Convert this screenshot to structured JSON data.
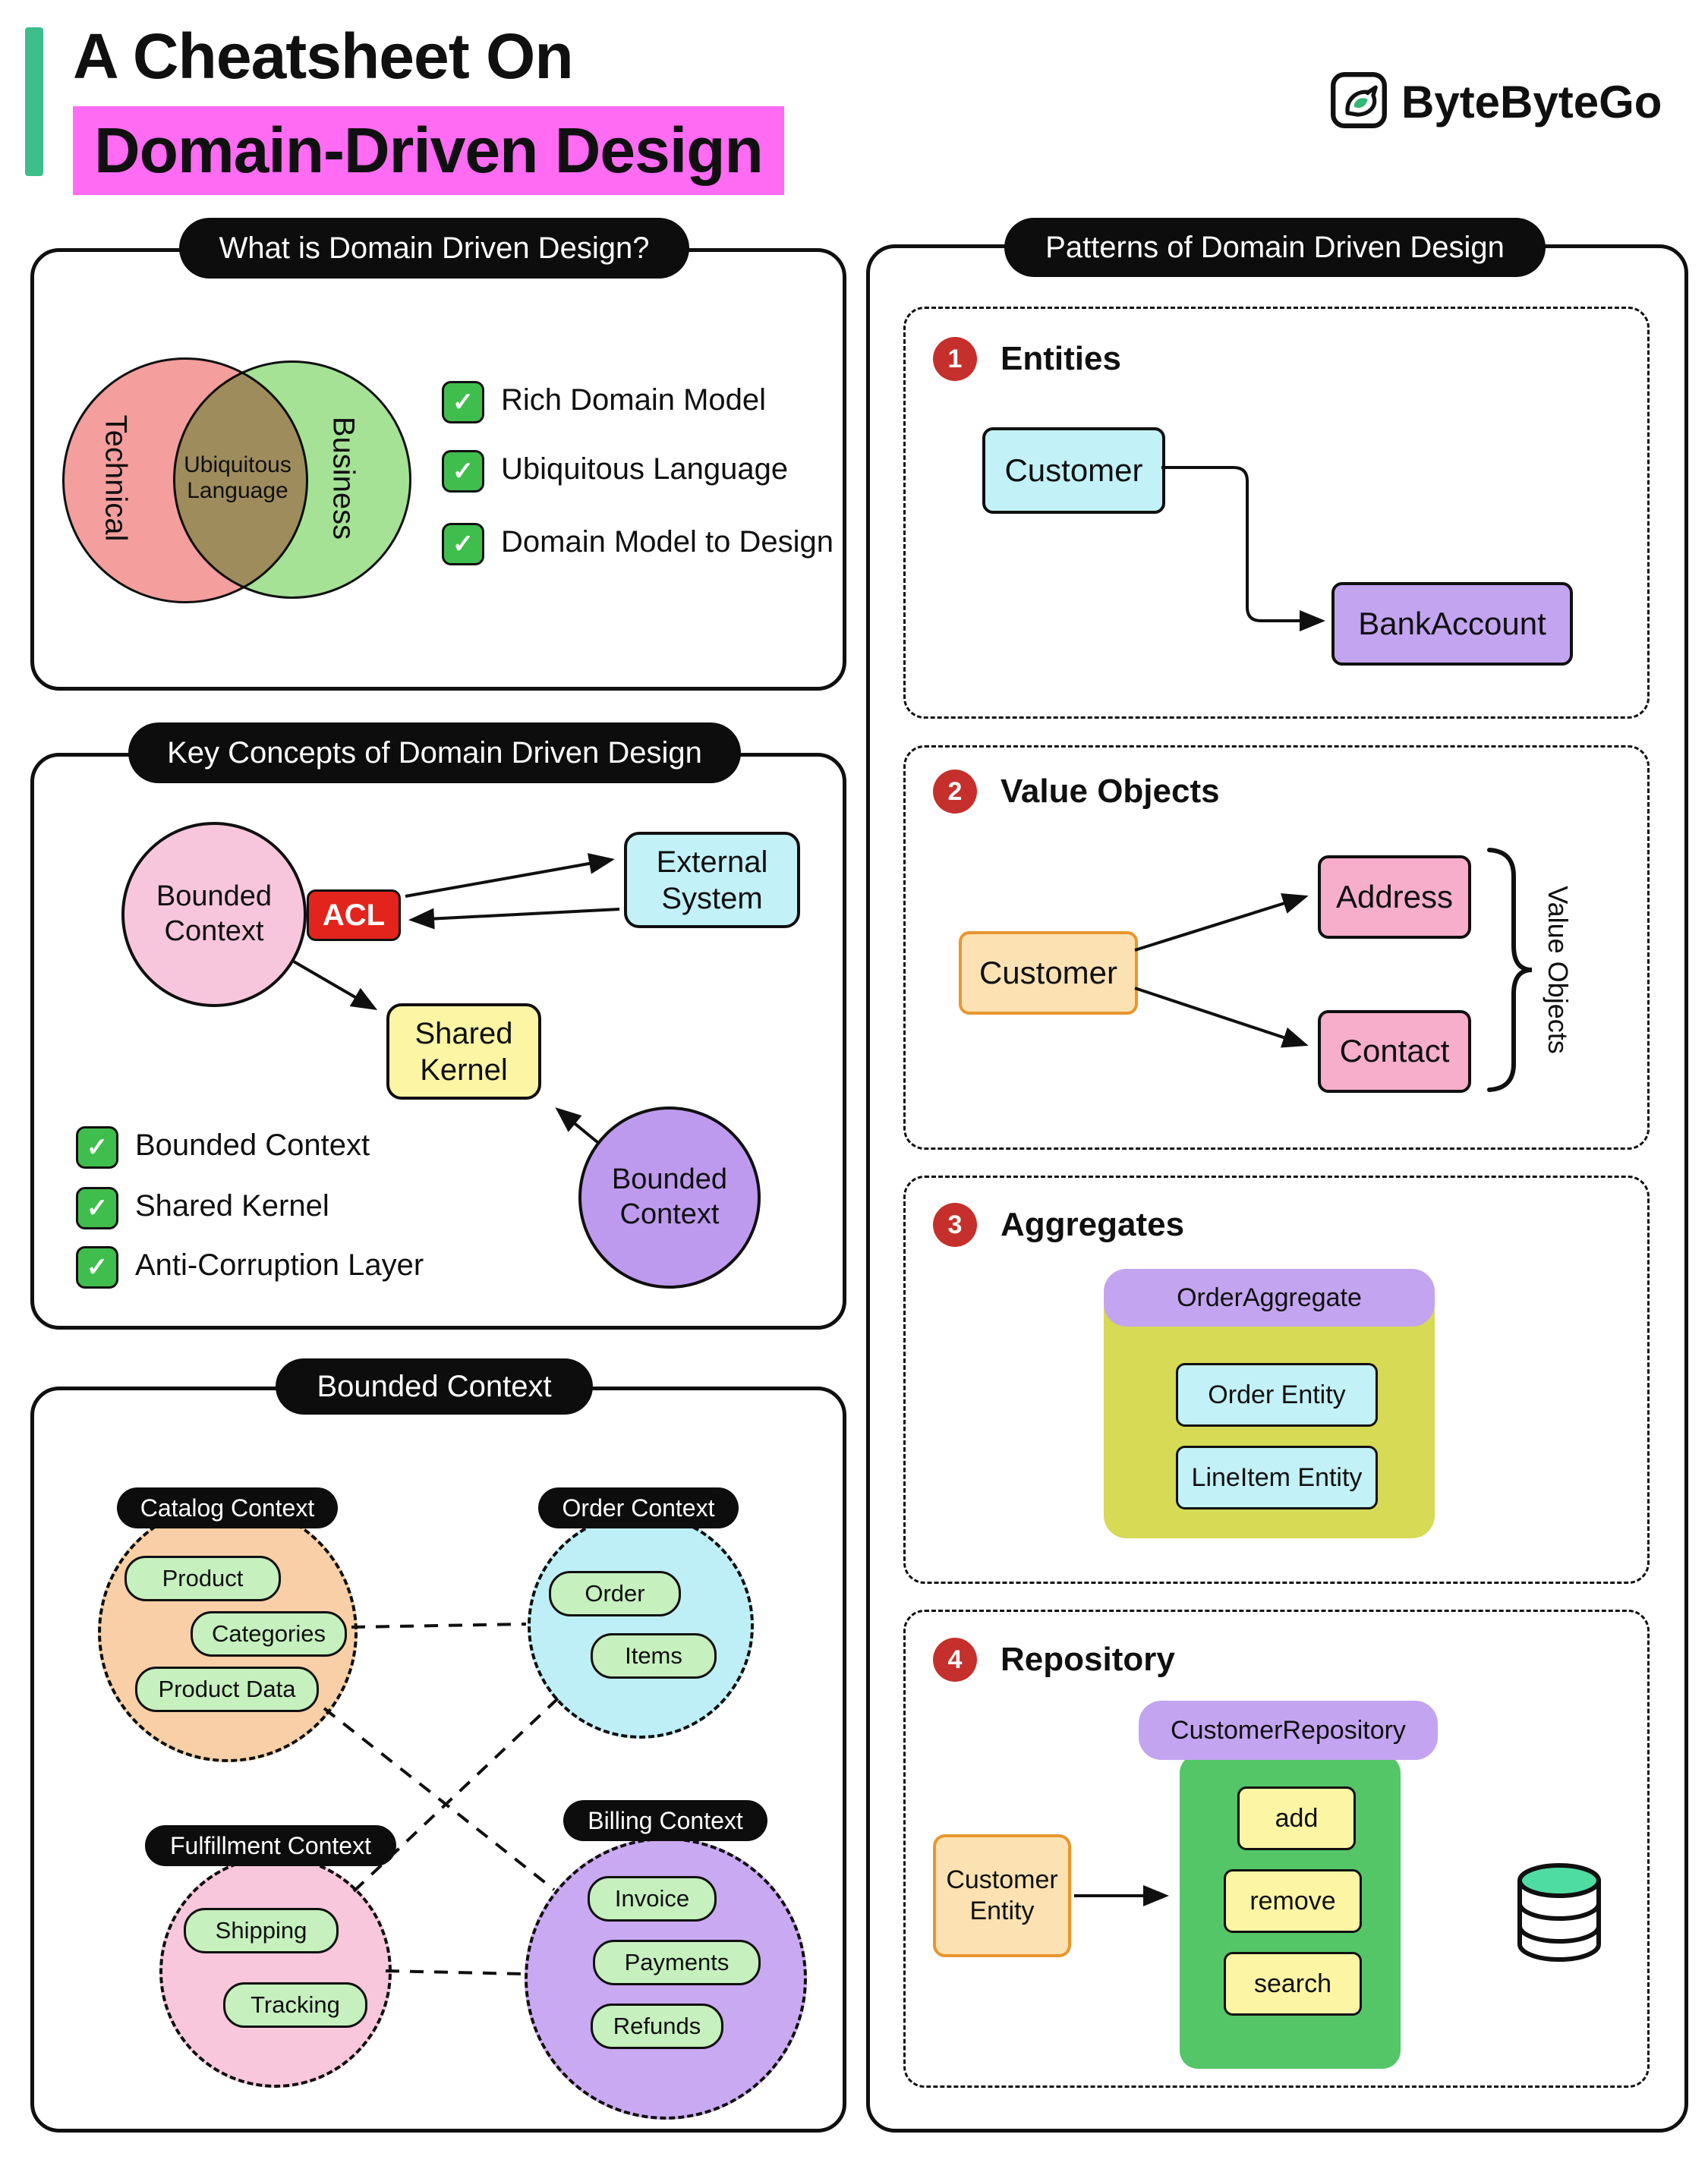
{
  "header": {
    "title_line1": "A Cheatsheet On",
    "title_line2": "Domain-Driven Design",
    "brand": "ByteByteGo"
  },
  "colors": {
    "highlight_magenta": "#FF6BF3",
    "accent_green": "#3DBE8B",
    "check_green": "#3FBE4E",
    "number_red": "#C5302C",
    "acl_red": "#E3241D",
    "cyan": "#C2F1F7",
    "purple": "#C3A4F1",
    "yellow": "#FBF5A4",
    "olive": "#D6DA55",
    "repo_green": "#54C668"
  },
  "icons": {
    "check": "✓"
  },
  "what_is": {
    "title": "What is Domain Driven Design?",
    "venn_left": "Technical",
    "venn_right": "Business",
    "venn_center": "Ubiquitous Language",
    "checklist": [
      "Rich Domain Model",
      "Ubiquitous Language",
      "Domain Model to Design"
    ]
  },
  "key_concepts": {
    "title": "Key Concepts of Domain Driven Design",
    "bounded_context_a": "Bounded Context",
    "acl": "ACL",
    "external_system": "External System",
    "shared_kernel": "Shared Kernel",
    "bounded_context_b": "Bounded Context",
    "checklist": [
      "Bounded Context",
      "Shared Kernel",
      "Anti-Corruption Layer"
    ]
  },
  "bounded_context": {
    "title": "Bounded Context",
    "contexts": [
      {
        "name": "Catalog Context",
        "items": [
          "Product",
          "Categories",
          "Product Data"
        ]
      },
      {
        "name": "Order Context",
        "items": [
          "Order",
          "Items"
        ]
      },
      {
        "name": "Fulfillment Context",
        "items": [
          "Shipping",
          "Tracking"
        ]
      },
      {
        "name": "Billing Context",
        "items": [
          "Invoice",
          "Payments",
          "Refunds"
        ]
      }
    ]
  },
  "patterns": {
    "title": "Patterns of Domain Driven Design",
    "entities": {
      "number": "1",
      "title": "Entities",
      "customer": "Customer",
      "bank_account": "BankAccount"
    },
    "value_objects": {
      "number": "2",
      "title": "Value Objects",
      "customer": "Customer",
      "address": "Address",
      "contact": "Contact",
      "bracket_label": "Value Objects"
    },
    "aggregates": {
      "number": "3",
      "title": "Aggregates",
      "aggregate_name": "OrderAggregate",
      "order_entity": "Order Entity",
      "lineitem_entity": "LineItem Entity"
    },
    "repository": {
      "number": "4",
      "title": "Repository",
      "repository_name": "CustomerRepository",
      "methods": [
        "add",
        "remove",
        "search"
      ],
      "customer_entity": "Customer Entity"
    }
  }
}
